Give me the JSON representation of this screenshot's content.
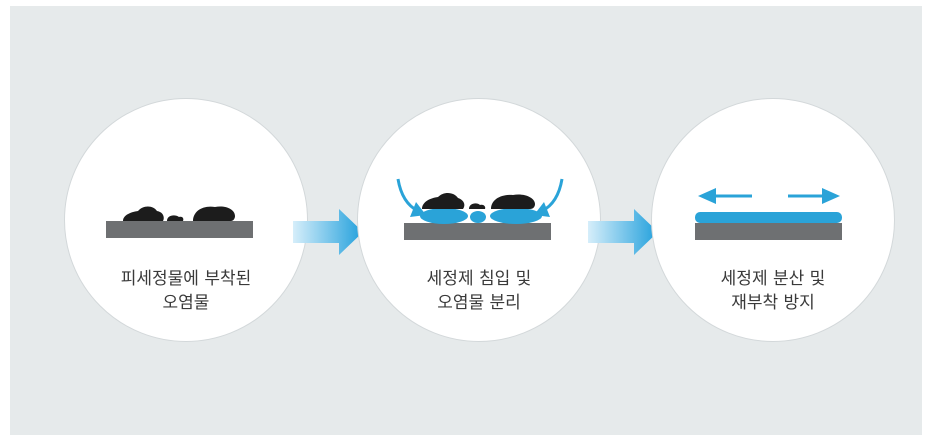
{
  "steps": [
    {
      "line1": "피세정물에 부착된",
      "line2": "오염물"
    },
    {
      "line1": "세정제 침입 및",
      "line2": "오염물 분리"
    },
    {
      "line1": "세정제 분산 및",
      "line2": "재부착 방지"
    }
  ],
  "colors": {
    "background": "#e6eaeb",
    "surface": "#6e7072",
    "dirt": "#1c1c1c",
    "detergent": "#2aa3d8",
    "arrow_light": "#d6eefa",
    "arrow_dark": "#22a0dc"
  }
}
